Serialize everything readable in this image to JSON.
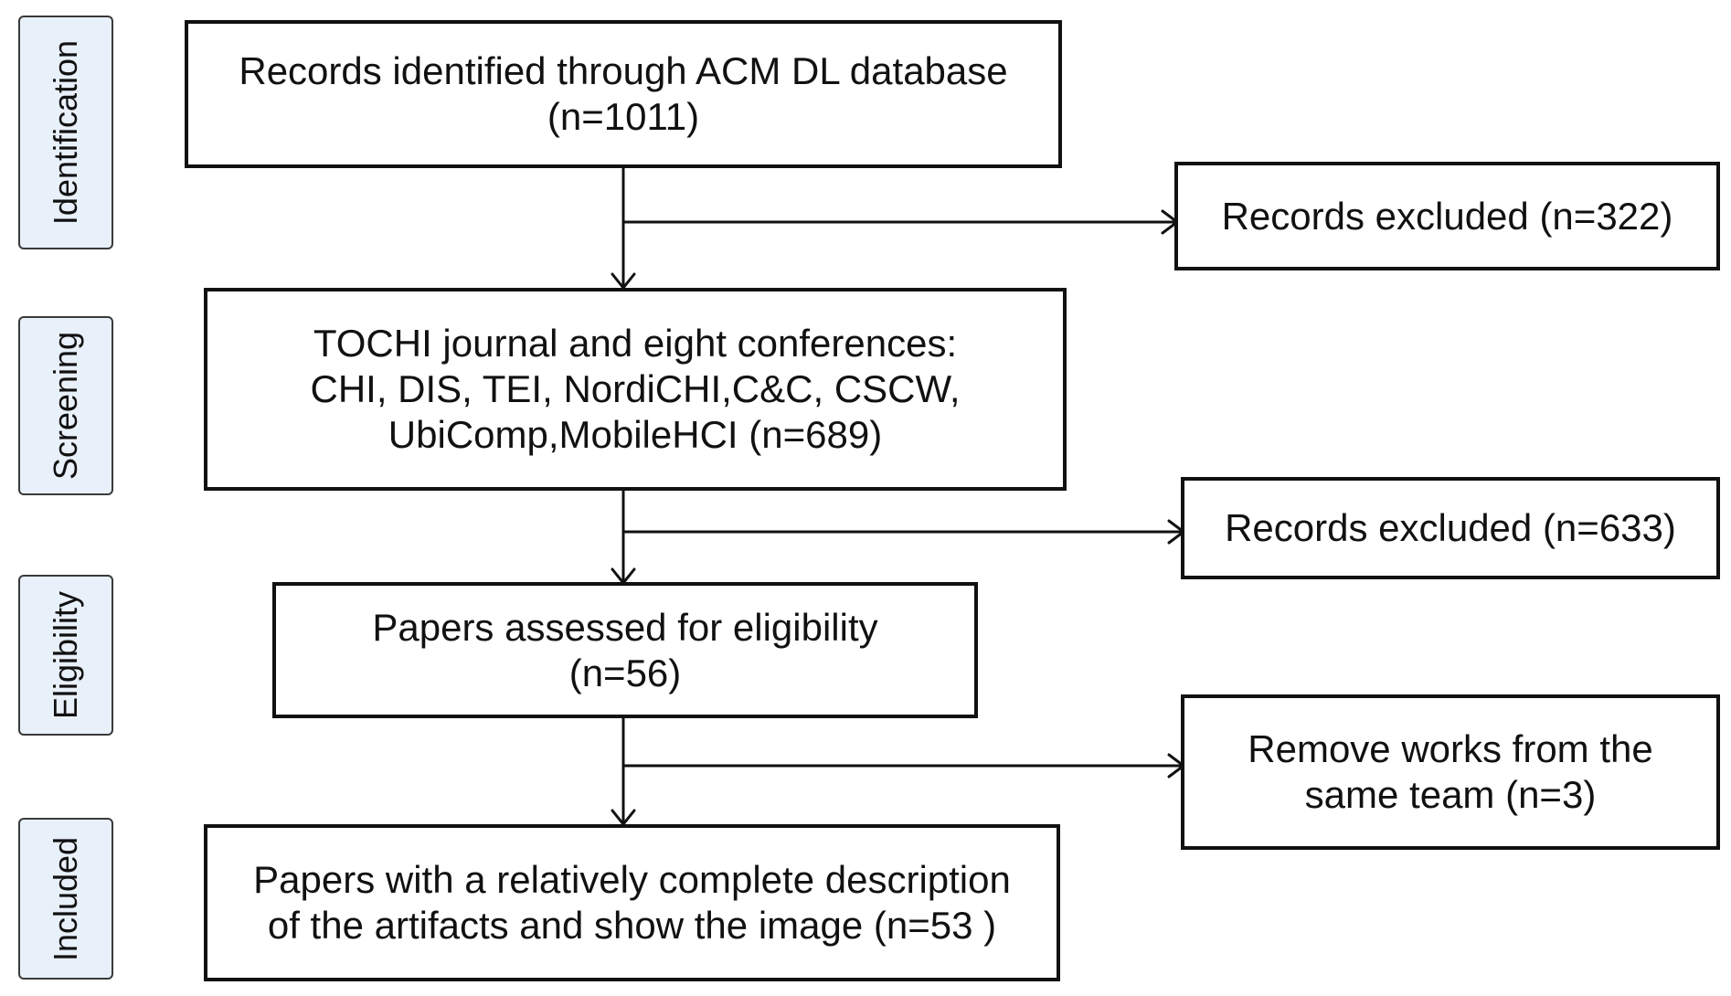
{
  "stages": [
    "Identification",
    "Screening",
    "Eligibility",
    "Included"
  ],
  "main_boxes": [
    {
      "lines": [
        "Records identified through ACM DL database",
        "(n=1011)"
      ]
    },
    {
      "lines": [
        "TOCHI journal and eight conferences:",
        "CHI, DIS, TEI, NordiCHI,C&C, CSCW,",
        "UbiComp,MobileHCI (n=689)"
      ]
    },
    {
      "lines": [
        "Papers assessed for eligibility",
        "(n=56)"
      ]
    },
    {
      "lines": [
        "Papers with a relatively complete description",
        "of the artifacts and show the image (n=53 )"
      ]
    }
  ],
  "side_boxes": [
    {
      "lines": [
        "Records excluded (n=322)"
      ]
    },
    {
      "lines": [
        "Records excluded (n=633)"
      ]
    },
    {
      "lines": [
        "Remove works from the",
        "same team (n=3)"
      ]
    }
  ],
  "colors": {
    "stage_fill": "#e8f0fa",
    "stroke": "#111111"
  }
}
